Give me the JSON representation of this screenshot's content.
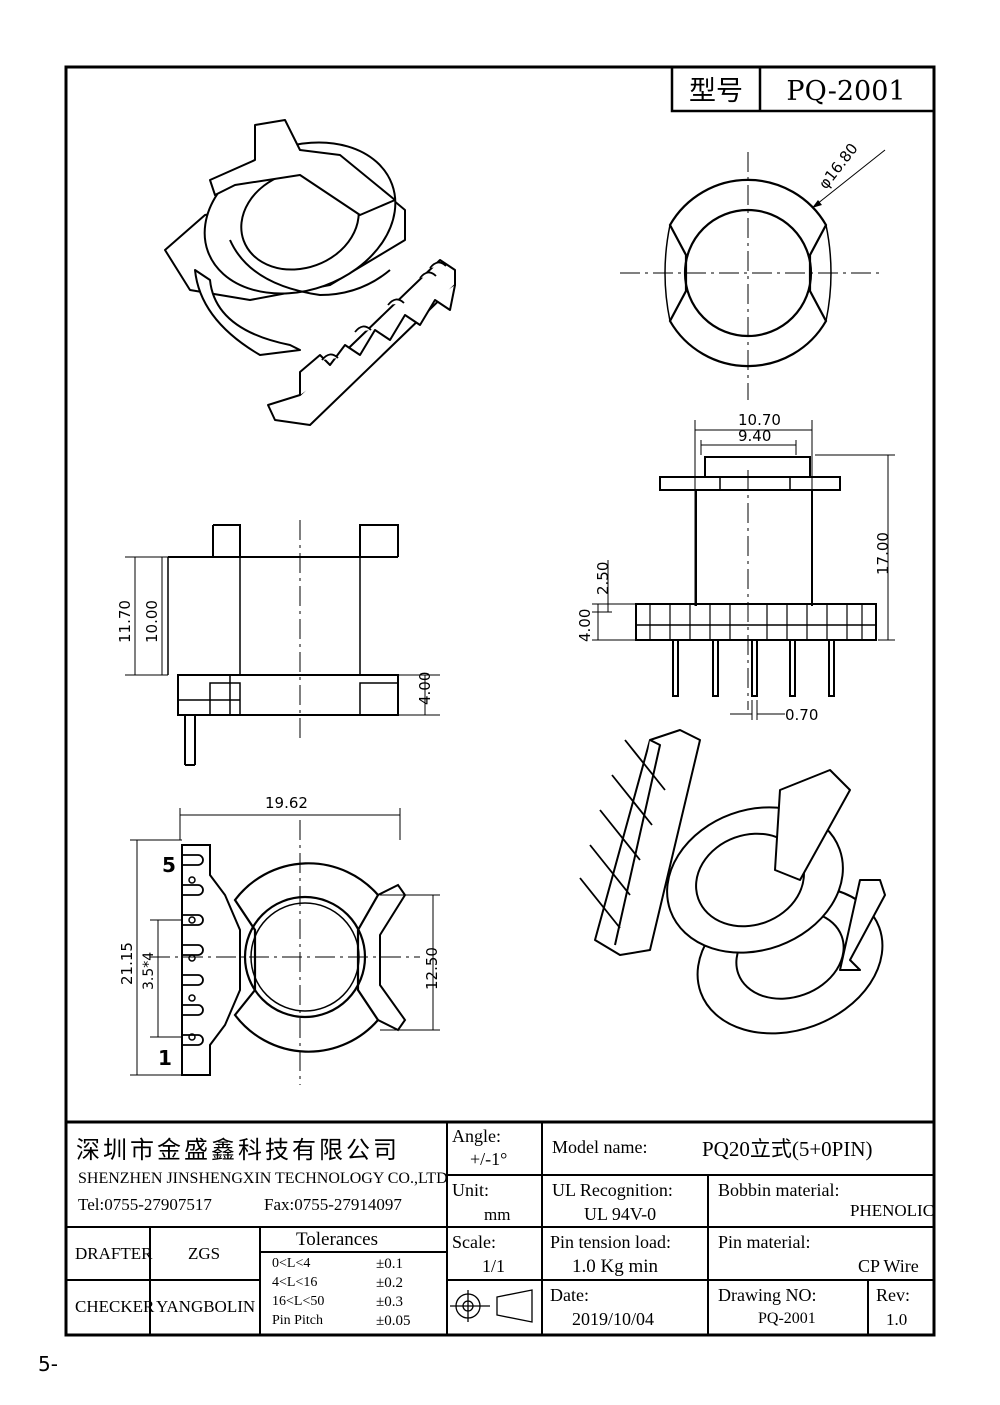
{
  "title_block": {
    "model_label": "型号",
    "model_value": "PQ-2001"
  },
  "company": {
    "name_cn": "深圳市金盛鑫科技有限公司",
    "name_en": "SHENZHEN JINSHENGXIN TECHNOLOGY CO.,LTD",
    "tel": "Tel:0755-27907517",
    "fax": "Fax:0755-27914097"
  },
  "staff": {
    "drafter_label": "DRAFTER",
    "drafter_value": "ZGS",
    "checker_label": "CHECKER",
    "checker_value": "YANGBOLIN"
  },
  "tolerances": {
    "title": "Tolerances",
    "rows": [
      {
        "range": "0<L<4",
        "value": "±0.1"
      },
      {
        "range": "4<L<16",
        "value": "±0.2"
      },
      {
        "range": "16<L<50",
        "value": "±0.3"
      },
      {
        "range": "Pin Pitch",
        "value": "±0.05"
      }
    ]
  },
  "specs": {
    "angle_label": "Angle:",
    "angle_value": "+/-1°",
    "unit_label": "Unit:",
    "unit_value": "mm",
    "scale_label": "Scale:",
    "scale_value": "1/1",
    "model_name_label": "Model name:",
    "model_name_value": "PQ20立式(5+0PIN)",
    "ul_label": "UL Recognition:",
    "ul_value": "UL 94V-0",
    "bobbin_label": "Bobbin material:",
    "bobbin_value": "PHENOLIC",
    "pin_tension_label": "Pin tension load:",
    "pin_tension_value": "1.0 Kg min",
    "pin_material_label": "Pin material:",
    "pin_material_value": "CP Wire",
    "date_label": "Date:",
    "date_value": "2019/10/04",
    "drawing_no_label": "Drawing NO:",
    "drawing_no_value": "PQ-2001",
    "rev_label": "Rev:",
    "rev_value": "1.0"
  },
  "dimensions": {
    "dia": "φ16.80",
    "w_outer": "10.70",
    "w_inner": "9.40",
    "h_total": "17.00",
    "h_250": "2.50",
    "h_400_front": "4.00",
    "pin_070": "0.70",
    "h_1170": "11.70",
    "h_1000": "10.00",
    "h_400_side": "4.00",
    "w_1962": "19.62",
    "h_2115": "21.15",
    "pitch": "3.5*4",
    "h_1250": "12.50",
    "pin_5": "5",
    "pin_1": "1"
  },
  "page_marker": "5-"
}
